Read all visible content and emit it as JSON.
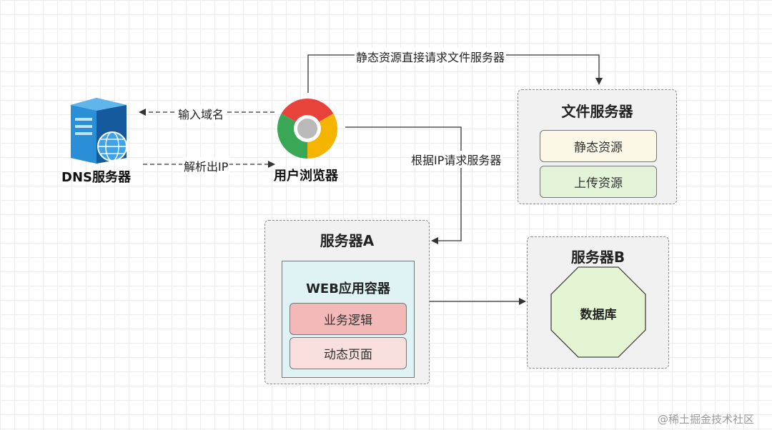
{
  "nodes": {
    "dns_server": {
      "label": "DNS服务器"
    },
    "browser": {
      "label": "用户浏览器"
    },
    "file_server": {
      "title": "文件服务器",
      "items": [
        "静态资源",
        "上传资源"
      ]
    },
    "server_a": {
      "title": "服务器A",
      "container": {
        "title": "WEB应用容器",
        "items": [
          "业务逻辑",
          "动态页面"
        ]
      }
    },
    "server_b": {
      "title": "服务器B",
      "database_label": "数据库"
    }
  },
  "edges": {
    "input_domain": "输入域名",
    "resolve_ip": "解析出IP",
    "static_request": "静态资源直接请求文件服务器",
    "ip_request": "根据IP请求服务器"
  },
  "watermark": "@稀土掘金技术社区",
  "colors": {
    "static_resource": "#fbf8e8",
    "upload_resource": "#e2f3d8",
    "web_container": "#dff3f5",
    "business_logic": "#f3b8b8",
    "dynamic_page": "#f9dede",
    "database": "#e4f5d3",
    "chrome_red": "#e8433b",
    "chrome_green": "#3aa757",
    "chrome_yellow": "#f5b400",
    "server_blue": "#2a8fd6"
  }
}
